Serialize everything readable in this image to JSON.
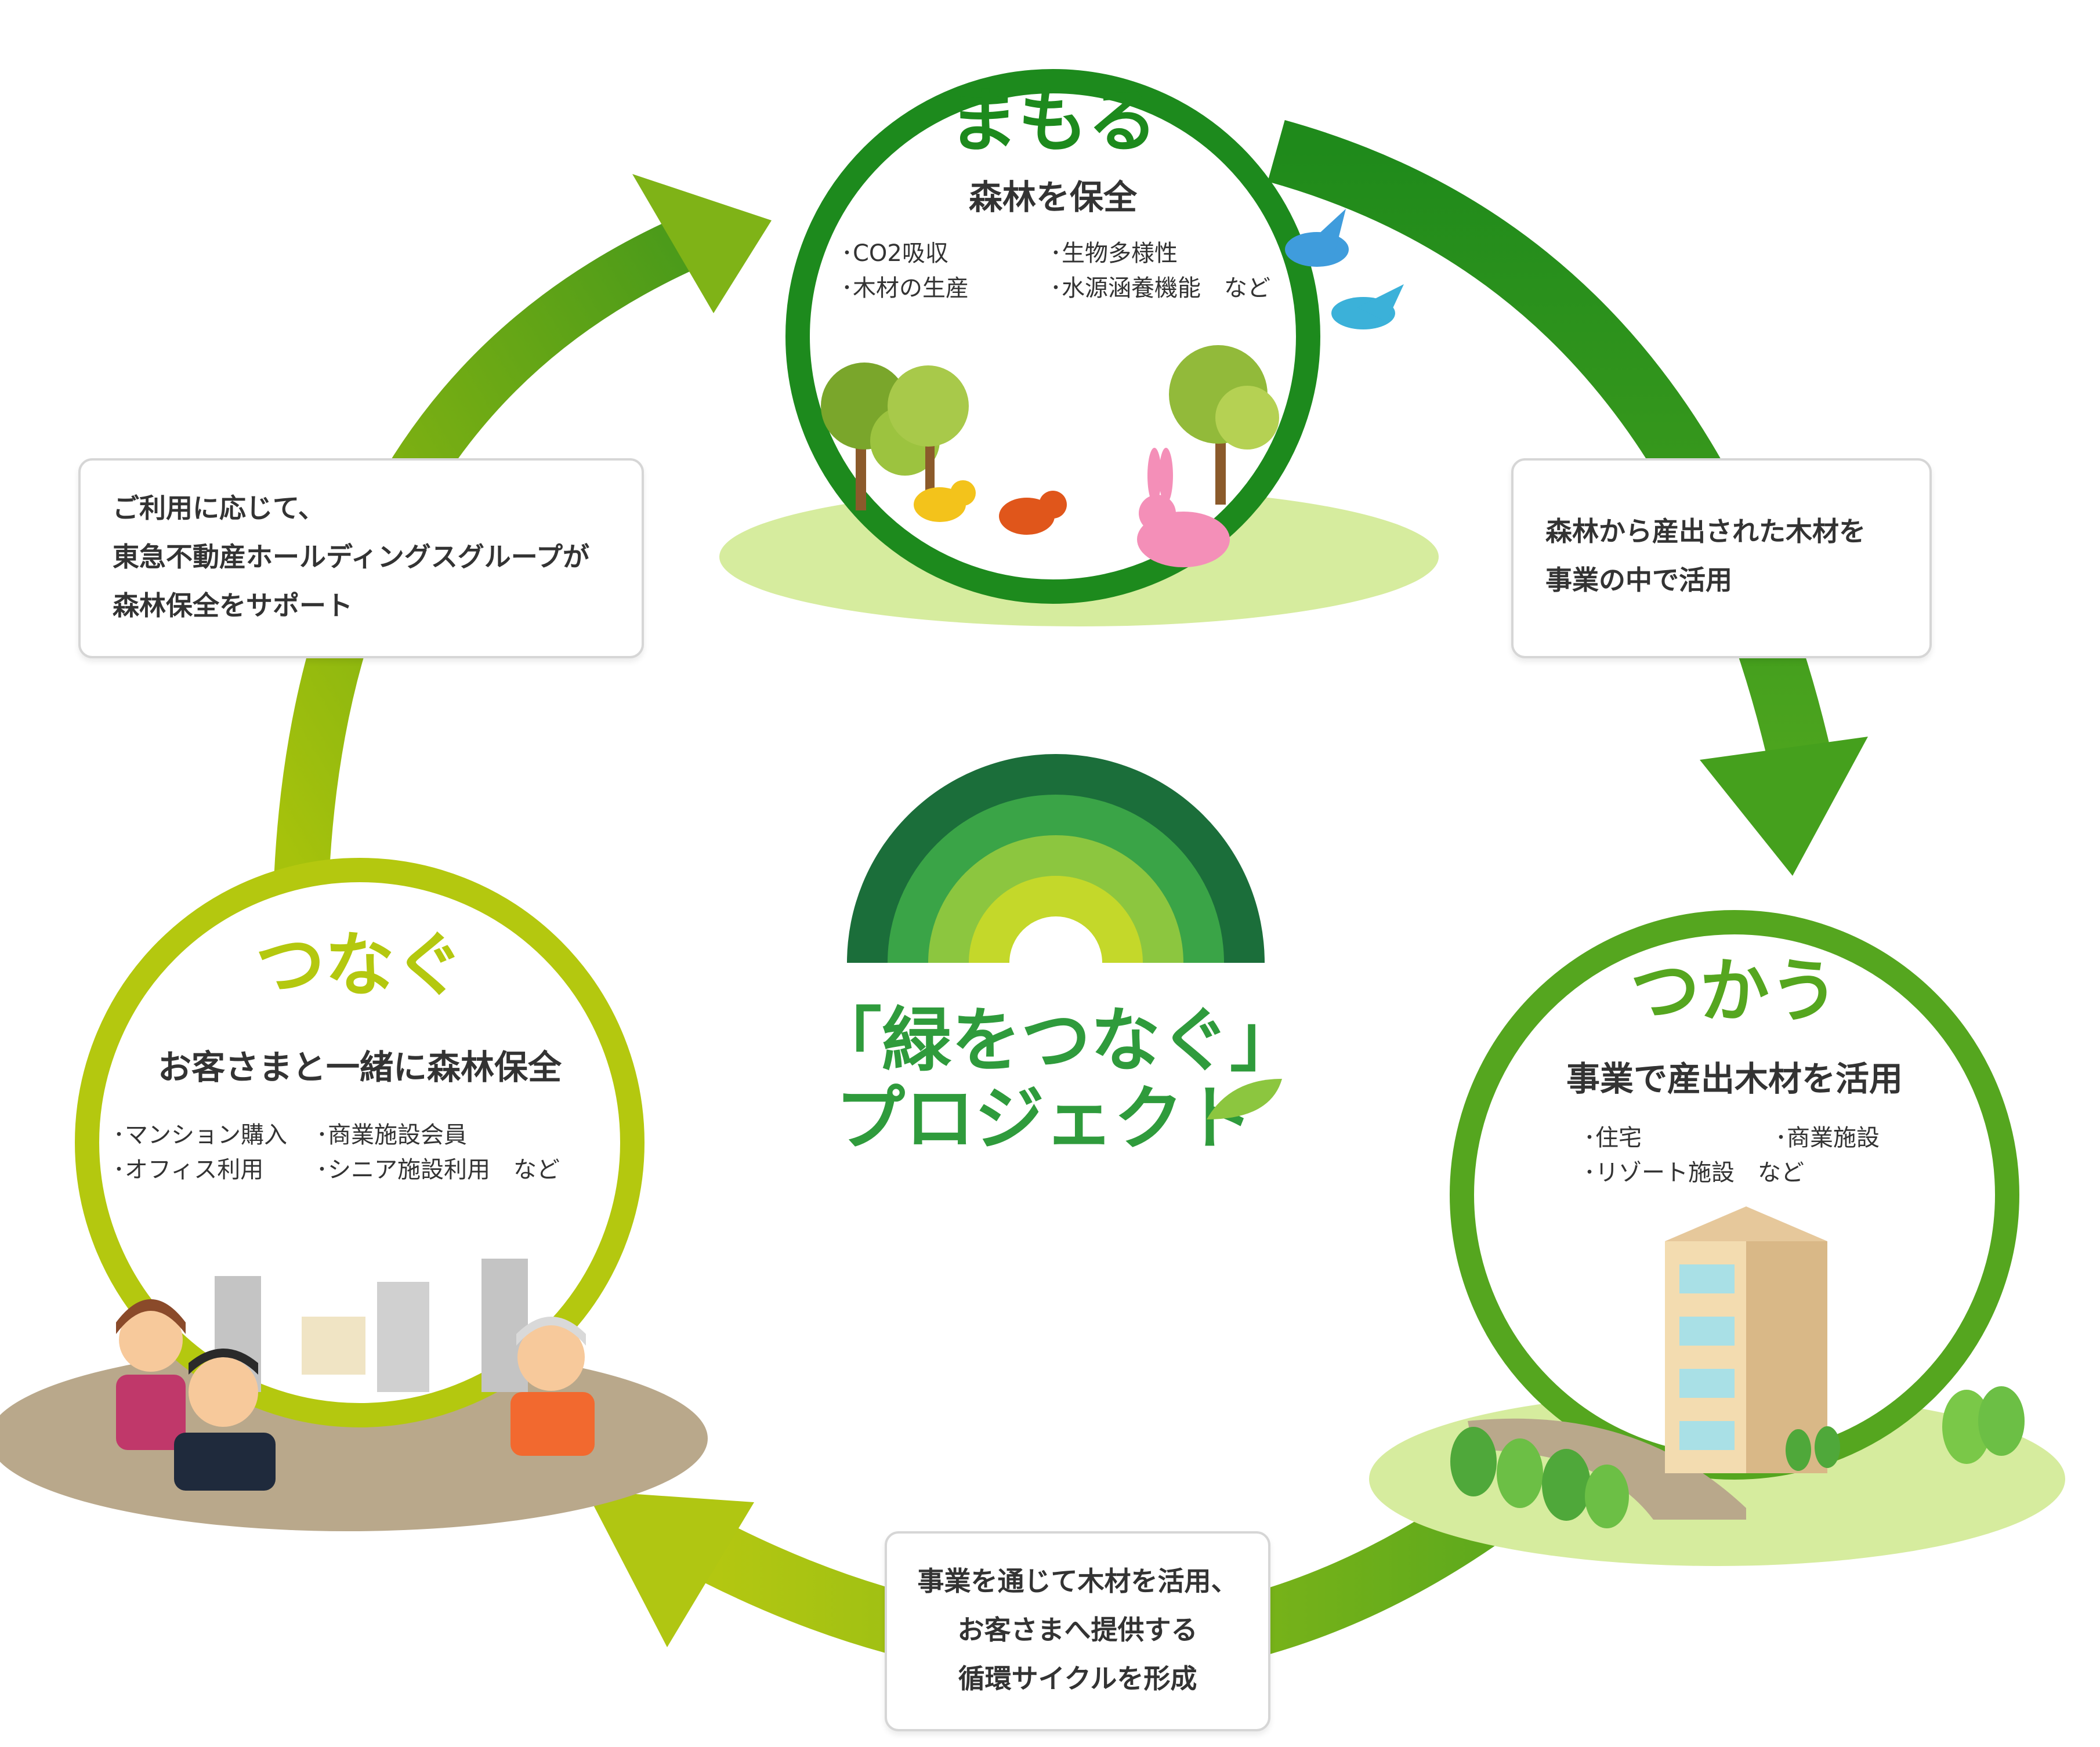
{
  "colors": {
    "dark_green": "#1d8a1d",
    "mid_green": "#55a61f",
    "light_green": "#9dbb0d",
    "lime": "#b4c80f",
    "ground_green": "#d6ec9e",
    "ground_brown": "#b9a88b",
    "rainbow_outer": "#1b6e3a",
    "rainbow_mid": "#3aa447",
    "rainbow_inner": "#8cc63f",
    "rainbow_core": "#c4d82a"
  },
  "nodes": {
    "mamoru": {
      "title": "まもる",
      "subtitle": "森林を保全",
      "bullets_left": [
        "･CO2吸収",
        "･木材の生産"
      ],
      "bullets_right": [
        "･生物多様性",
        "･水源涵養機能　など"
      ],
      "color": "#1d8a1d"
    },
    "tsukau": {
      "title": "つかう",
      "subtitle": "事業で産出木材を活用",
      "bullets_left": [
        "･住宅",
        "･リゾート施設　など"
      ],
      "bullets_right": [
        "･商業施設"
      ],
      "color": "#55a61f"
    },
    "tsunagu": {
      "title": "つなぐ",
      "subtitle": "お客さまと一緒に森林保全",
      "bullets_left": [
        "･マンション購入",
        "･オフィス利用"
      ],
      "bullets_right": [
        "･商業施設会員",
        "･シニア施設利用　など"
      ],
      "color": "#b4c80f"
    }
  },
  "callouts": {
    "left": [
      "ご利用に応じて、",
      "東急不動産ホールディングスグループが",
      "森林保全をサポート"
    ],
    "right": [
      "森林から産出された木材を",
      "事業の中で活用"
    ],
    "bottom": [
      "事業を通じて木材を活用、",
      "お客さまへ提供する",
      "循環サイクルを形成"
    ]
  },
  "center": {
    "title": "「緑をつなぐ」",
    "subtitle": "プロジェクト"
  },
  "icons": [
    "bird-icon",
    "tree-icon",
    "squirrel-icon",
    "rabbit-icon",
    "building-icon",
    "person-icon",
    "leaf-icon"
  ]
}
